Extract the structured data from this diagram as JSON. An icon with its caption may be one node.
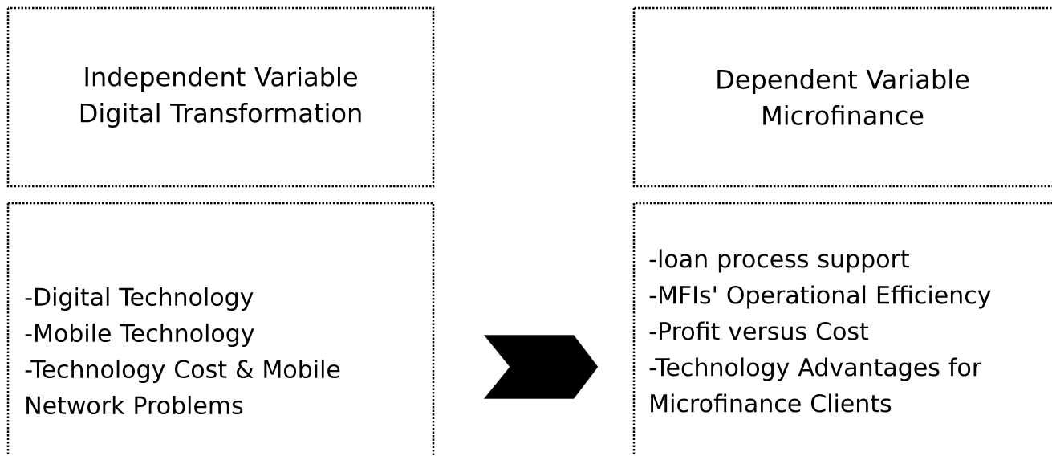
{
  "diagram": {
    "nodes": [
      {
        "text": [
          "Independent Variable",
          "Digital Transformation"
        ]
      },
      {
        "text": [
          "-Digital Technology",
          "-Mobile Technology",
          "-Technology Cost & Mobile Network Problems"
        ]
      },
      {
        "text": [
          "Dependent Variable",
          "Microfinance"
        ]
      },
      {
        "text": [
          "-loan process support",
          "-MFIs' Operational Efficiency",
          "-Profit versus Cost",
          "-Technology Advantages for Microfinance Clients"
        ]
      }
    ],
    "edges": [
      {
        "from": 1,
        "to": 3,
        "arrow": "to"
      }
    ]
  }
}
